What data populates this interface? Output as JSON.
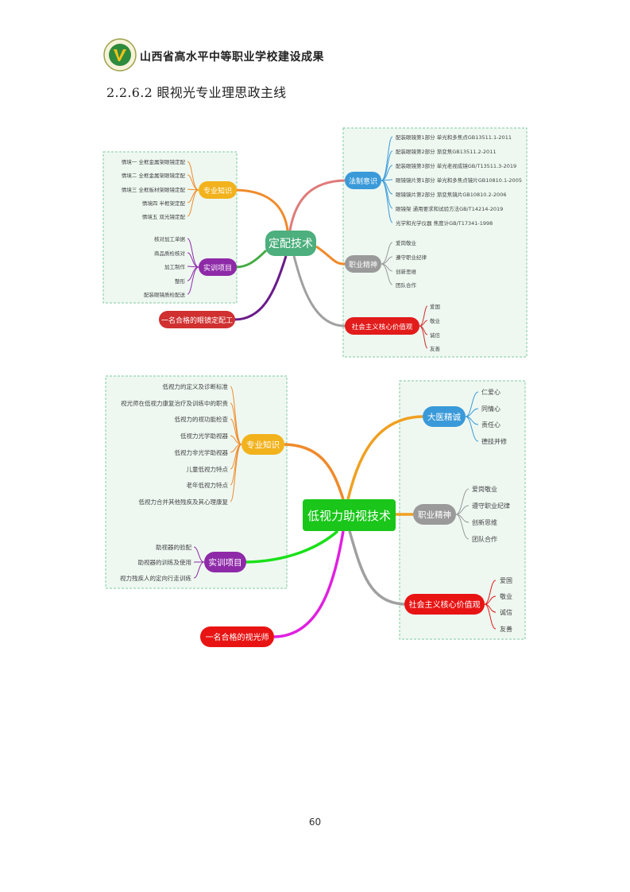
{
  "header": {
    "title": "山西省高水平中等职业学校建设成果"
  },
  "section_heading": "2.2.6.2 眼视光专业理思政主线",
  "page_number": "60",
  "colors": {
    "green_center": "#4caf7d",
    "bright_green": "#19c619",
    "yellow": "#f2b21c",
    "purple": "#8e2aa8",
    "red": "#e21b1b",
    "dark_red": "#d03030",
    "gray": "#a0a0a0",
    "blue": "#3a9ad9",
    "dashed_box": "#7fca9f",
    "box_fill": "#eef8f1",
    "magenta": "#e020e0"
  },
  "map1": {
    "center": "定配技术",
    "zhuanye": {
      "label": "专业知识",
      "items": [
        "情境一 全框金属架眼镜定配",
        "情境二 全框金属架眼镜定配",
        "情境三 全框板材架眼镜定配",
        "情境四 半框架定配",
        "情境五 双光镜定配"
      ]
    },
    "shixun": {
      "label": "实训项目",
      "items": [
        "核对加工单据",
        "商品质检核对",
        "加工制作",
        "整形",
        "配装眼镜质检配送"
      ]
    },
    "goal": "一名合格的眼镜定配工",
    "fazhi": {
      "label": "法制意识",
      "items": [
        "配装眼镜第1部分 单光和多焦点GB13511.1-2011",
        "配装眼镜第2部分 渐变焦GB13511.2-2011",
        "配装眼镜第3部分 单光老视成镜GB/T13511.3-2019",
        "眼镜镜片第1部分 单光和多焦点镜片GB10810.1-2005",
        "眼镜镜片第2部分 渐变焦镜片GB10810.2-2006",
        "眼镜架 通用要求和试验方法GB/T14214-2019",
        "光学和光学仪器 焦度计GB/T17341-1998"
      ]
    },
    "jingshen": {
      "label": "职业精神",
      "items": [
        "爱岗敬业",
        "遵守职业纪律",
        "创新思维",
        "团队合作"
      ]
    },
    "hexin": {
      "label": "社会主义核心价值观",
      "items": [
        "爱国",
        "敬业",
        "诚信",
        "友善"
      ]
    }
  },
  "map2": {
    "center": "低视力助视技术",
    "zhuanye": {
      "label": "专业知识",
      "items": [
        "低视力的定义及诊断标准",
        "视光师在低视力康复治疗及训练中的职责",
        "低视力的视功能检查",
        "低视力光学助视器",
        "低视力非光学助视器",
        "儿童低视力特点",
        "老年低视力特点",
        "低视力合并其他残疾及其心理康复"
      ]
    },
    "shixun": {
      "label": "实训项目",
      "items": [
        "助视器的验配",
        "助视器的训练及使用",
        "视力残疾人的定向行走训练"
      ]
    },
    "goal": "一名合格的视光师",
    "dayi": {
      "label": "大医精诚",
      "items": [
        "仁爱心",
        "同情心",
        "责任心",
        "德技并修"
      ]
    },
    "jingshen": {
      "label": "职业精神",
      "items": [
        "爱岗敬业",
        "遵守职业纪律",
        "创新思维",
        "团队合作"
      ]
    },
    "hexin": {
      "label": "社会主义核心价值观",
      "items": [
        "爱国",
        "敬业",
        "诚信",
        "友善"
      ]
    }
  }
}
